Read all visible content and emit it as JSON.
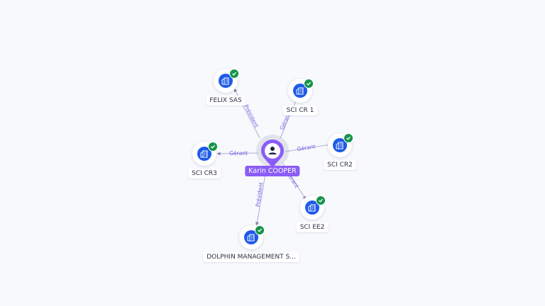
{
  "graph": {
    "center": {
      "name": "Karin COOPER",
      "icon": "person-icon"
    },
    "colors": {
      "edge": "#a9aed0",
      "edge_label": "#6b5ce7",
      "center_pin": "#8b5cf6",
      "company_icon_bg": "#1e5ae8",
      "verified_badge": "#17944a"
    },
    "nodes": [
      {
        "name": "FELIX SAS",
        "relation": "Président",
        "icon": "building-icon",
        "verified": true
      },
      {
        "name": "SCI CR 1",
        "relation": "Gérant",
        "icon": "building-icon",
        "verified": true
      },
      {
        "name": "SCI CR2",
        "relation": "Gérant",
        "icon": "building-icon",
        "verified": true
      },
      {
        "name": "SCI EE2",
        "relation": "Gérant",
        "icon": "building-icon",
        "verified": true
      },
      {
        "name": "DOLPHIN MANAGEMENT S...",
        "relation": "Président",
        "icon": "building-icon",
        "verified": true
      },
      {
        "name": "SCI CR3",
        "relation": "Gérant",
        "icon": "building-icon",
        "verified": true
      }
    ]
  }
}
